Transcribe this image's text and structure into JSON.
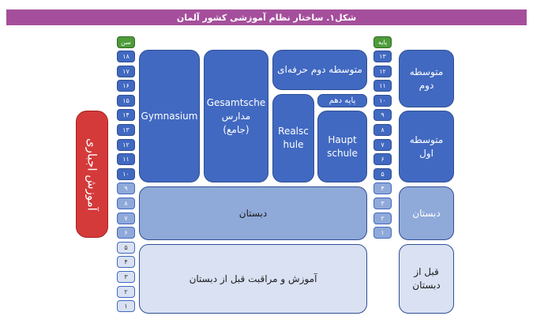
{
  "title": "شکل۱. ساختار نظام آموزشی کشور آلمان",
  "left_header": "سن",
  "right_header": "پایه",
  "ages": [
    "۱۸",
    "۱۷",
    "۱۶",
    "۱۵",
    "۱۴",
    "۱۳",
    "۱۲",
    "۱۱",
    "۱۰",
    "۹",
    "۸",
    "۷",
    "۶",
    "۵",
    "۴",
    "۳",
    "۲",
    "۱"
  ],
  "grades": [
    "۱۳",
    "۱۲",
    "۱۱",
    "۱۰",
    "۹",
    "۸",
    "۷",
    "۶",
    "۵",
    "۴",
    "۳",
    "۲",
    "۱"
  ],
  "compulsory": "آموزش اجباری",
  "schools": {
    "gymnasium": "Gymnasium",
    "gesamtschule": "Gesamtsche مدارس (جامع)",
    "gesamtschule_l1": "Gesamtsche",
    "gesamtschule_l2": "مدارس",
    "gesamtschule_l3": "(جامع)",
    "realschule_l1": "Realsc",
    "realschule_l2": "hule",
    "hauptschule_l1": "Haupt",
    "hauptschule_l2": "schule",
    "vocational_secondary": "متوسطه دوم حرفه‌ای",
    "grade10": "پایه دهم",
    "primary": "دبستان",
    "preschool": "آموزش و مراقبت قبل از دبستان"
  },
  "right_labels": {
    "secondary2_l1": "متوسطه",
    "secondary2_l2": "دوم",
    "secondary1_l1": "متوسطه",
    "secondary1_l2": "اول",
    "primary": "دبستان",
    "preschool_l1": "قبل از",
    "preschool_l2": "دبستان"
  }
}
